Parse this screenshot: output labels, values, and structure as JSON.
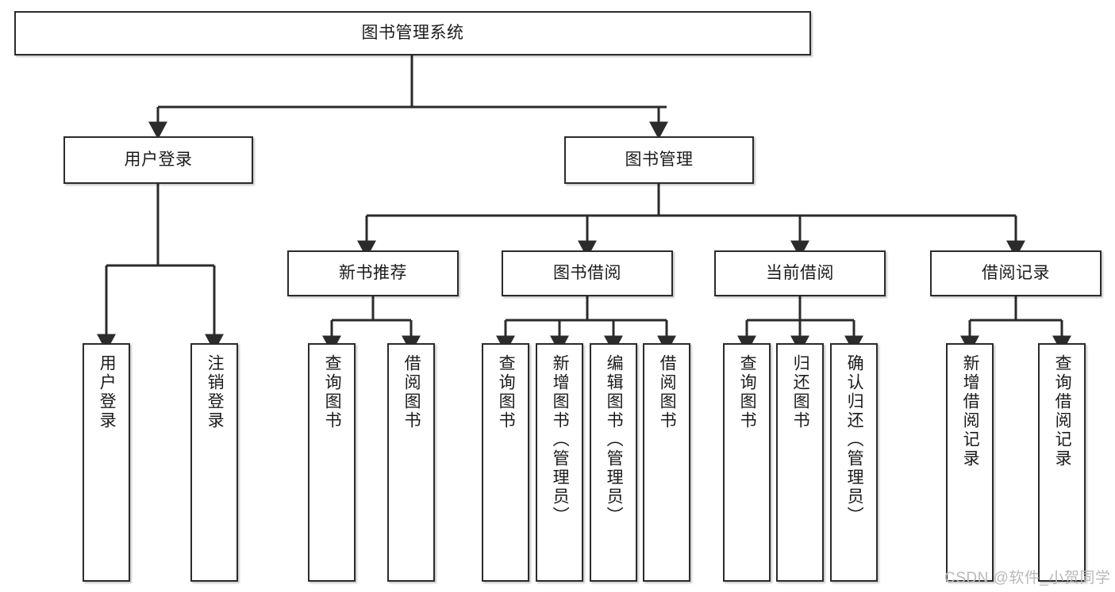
{
  "diagram": {
    "type": "tree-hierarchy-chart",
    "title": "图书管理系统",
    "orientation": "top-down",
    "line_color": "#2b2b2b",
    "box_fill": "#ffffff",
    "background": "#ffffff"
  },
  "root": {
    "label": "图书管理系统"
  },
  "level2": [
    {
      "label": "用户登录"
    },
    {
      "label": "图书管理"
    }
  ],
  "level3": [
    {
      "label": "新书推荐"
    },
    {
      "label": "图书借阅"
    },
    {
      "label": "当前借阅"
    },
    {
      "label": "借阅记录"
    }
  ],
  "leaves": {
    "user_login": [
      {
        "label": "用户登录"
      },
      {
        "label": "注销登录"
      }
    ],
    "new_book": [
      {
        "label": "查询图书"
      },
      {
        "label": "借阅图书"
      }
    ],
    "book_borrow": [
      {
        "label": "查询图书"
      },
      {
        "label": "新增图书（管理员）"
      },
      {
        "label": "编辑图书（管理员）"
      },
      {
        "label": "借阅图书"
      }
    ],
    "current_borrow": [
      {
        "label": "查询图书"
      },
      {
        "label": "归还图书"
      },
      {
        "label": "确认归还（管理员）"
      }
    ],
    "borrow_record": [
      {
        "label": "新增借阅记录"
      },
      {
        "label": "查询借阅记录"
      }
    ]
  },
  "watermark": {
    "text": "CSDN @软件_小贺同学"
  }
}
